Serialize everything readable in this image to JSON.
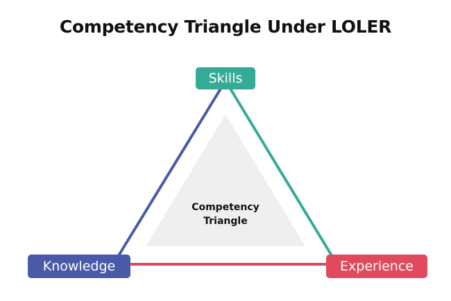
{
  "title": "Competency Triangle Under LOLER",
  "center": {
    "line1": "Competency",
    "line2": "Triangle"
  },
  "nodes": {
    "top": {
      "label": "Skills",
      "color": "#35ab97"
    },
    "left": {
      "label": "Knowledge",
      "color": "#4a5aa8"
    },
    "right": {
      "label": "Experience",
      "color": "#e04a5c"
    }
  },
  "edges": [
    {
      "from": "Skills",
      "to": "Knowledge",
      "color": "#4a5aa8"
    },
    {
      "from": "Skills",
      "to": "Experience",
      "color": "#35ab97"
    },
    {
      "from": "Knowledge",
      "to": "Experience",
      "color": "#e04a5c"
    }
  ],
  "colors": {
    "inner_triangle": "#efefef",
    "background": "#ffffff"
  }
}
